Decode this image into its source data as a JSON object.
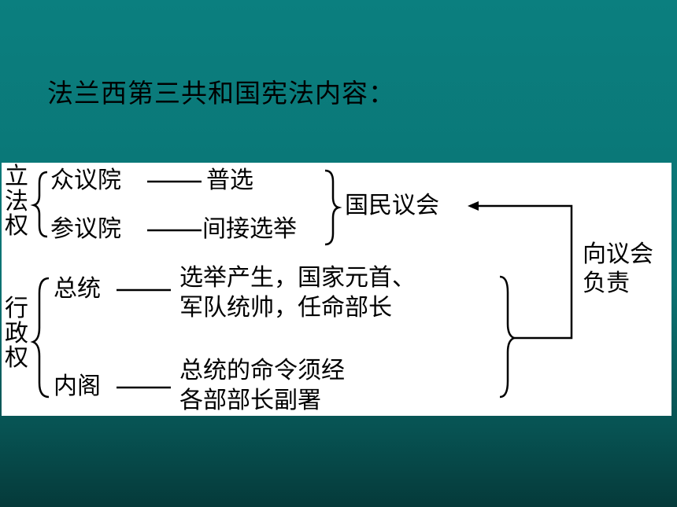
{
  "slide": {
    "title": "法兰西第三共和国宪法内容："
  },
  "diagram": {
    "legislative": {
      "label": "立法权",
      "chambers": [
        {
          "name": "众议院",
          "method": "普选"
        },
        {
          "name": "参议院",
          "method": "间接选举"
        }
      ],
      "combined": "国民议会"
    },
    "executive": {
      "label": "行政权",
      "president": {
        "name": "总统",
        "duty_line1": "选举产生，国家元首、",
        "duty_line2": "军队统帅，任命部长"
      },
      "cabinet": {
        "name": "内阁",
        "duty_line1": "总统的命令须经",
        "duty_line2": "各部部长副署"
      }
    },
    "responsibility": {
      "line1": "向议会",
      "line2": "负责"
    }
  }
}
